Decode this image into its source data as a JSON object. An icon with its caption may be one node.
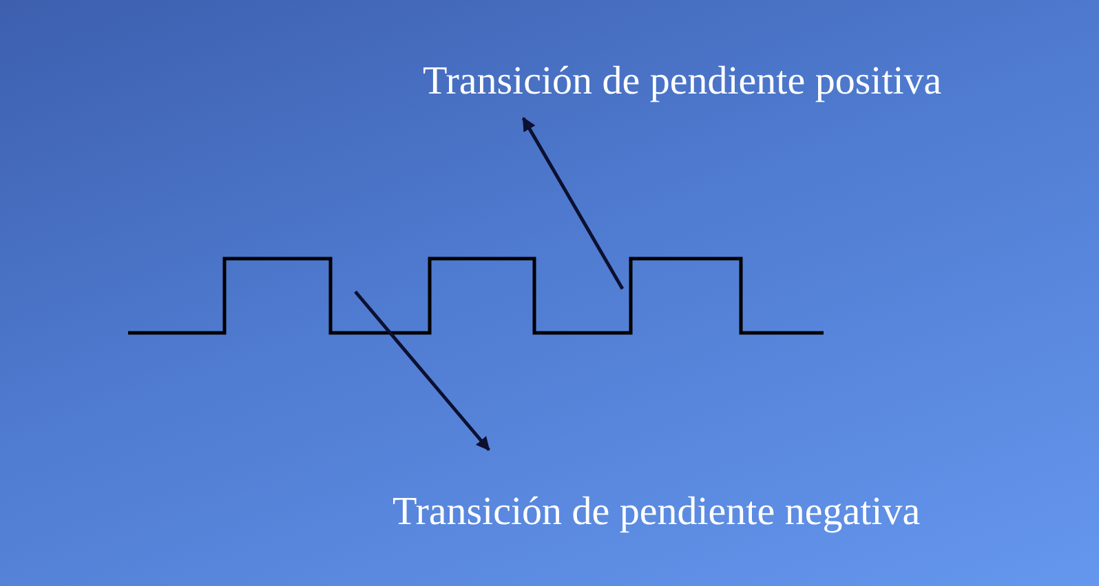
{
  "diagram": {
    "nodes": [
      {
        "text": [
          "Transición de pendiente positiva"
        ]
      },
      {
        "text": [
          "Transición de pendiente negativa"
        ]
      }
    ],
    "edges": [
      {
        "from": null,
        "to": 0,
        "arrow": "to"
      },
      {
        "from": null,
        "to": 1,
        "arrow": "to"
      }
    ]
  }
}
